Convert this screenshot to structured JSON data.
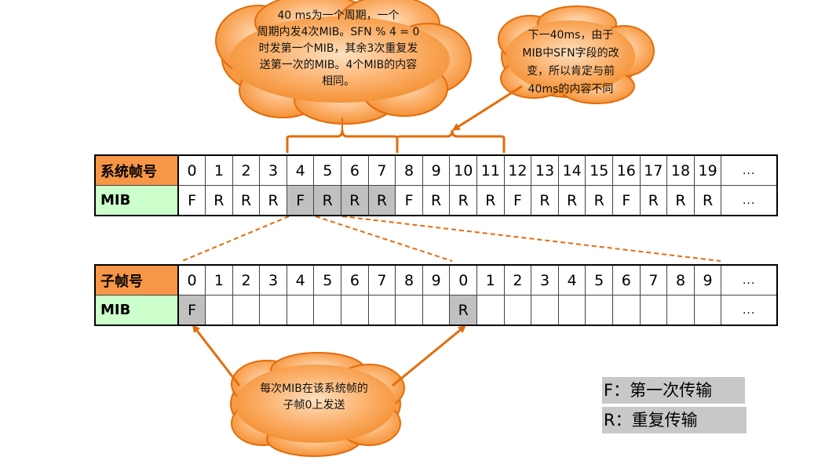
{
  "system_frame_table": {
    "header_label": "系统帧号",
    "mib_label": "MIB",
    "columns": [
      "0",
      "1",
      "2",
      "3",
      "4",
      "5",
      "6",
      "7",
      "8",
      "9",
      "10",
      "11",
      "12",
      "13",
      "14",
      "15",
      "16",
      "17",
      "18",
      "19",
      "..."
    ],
    "mib_row": [
      "F",
      "R",
      "R",
      "R",
      "F",
      "R",
      "R",
      "R",
      "F",
      "R",
      "R",
      "R",
      "F",
      "R",
      "R",
      "R",
      "F",
      "R",
      "R",
      "R",
      "..."
    ],
    "highlighted_columns": [
      4,
      5,
      6,
      7
    ]
  },
  "subframe_table": {
    "header_label": "子帧号",
    "mib_label": "MIB",
    "columns": [
      "0",
      "1",
      "2",
      "3",
      "4",
      "5",
      "6",
      "7",
      "8",
      "9",
      "0",
      "1",
      "2",
      "3",
      "4",
      "5",
      "6",
      "7",
      "8",
      "9",
      "..."
    ],
    "mib_row": [
      "F",
      "",
      "",
      "",
      "",
      "",
      "",
      "",
      "",
      "",
      "R",
      "",
      "",
      "",
      "",
      "",
      "",
      "",
      "",
      "",
      "..."
    ],
    "highlighted_columns": [
      0,
      10
    ]
  },
  "callouts": {
    "period_note_lines": [
      "40 ms为一个周期，一个",
      "周期内发4次MIB。SFN % 4 = 0",
      "时发第一个MIB，其余3次重复发",
      "送第一次的MIB。4个MIB的内容",
      "相同。"
    ],
    "next_note_lines": [
      "下一40ms，由于",
      "MIB中SFN字段的改",
      "变，所以肯定与前",
      "40ms的内容不同"
    ],
    "subframe_note_lines": [
      "每次MIB在该系统帧的",
      "子帧0上发送"
    ]
  },
  "legend": {
    "first": "F：第一次传输",
    "repeat": "R：重复传输"
  },
  "colors": {
    "accent_orange": "#f79646",
    "arrow_orange": "#e36c0a",
    "cloud_fill": "#fbb06a",
    "mib_green": "#ccffcc",
    "gray_cell": "#c0c0c0"
  }
}
